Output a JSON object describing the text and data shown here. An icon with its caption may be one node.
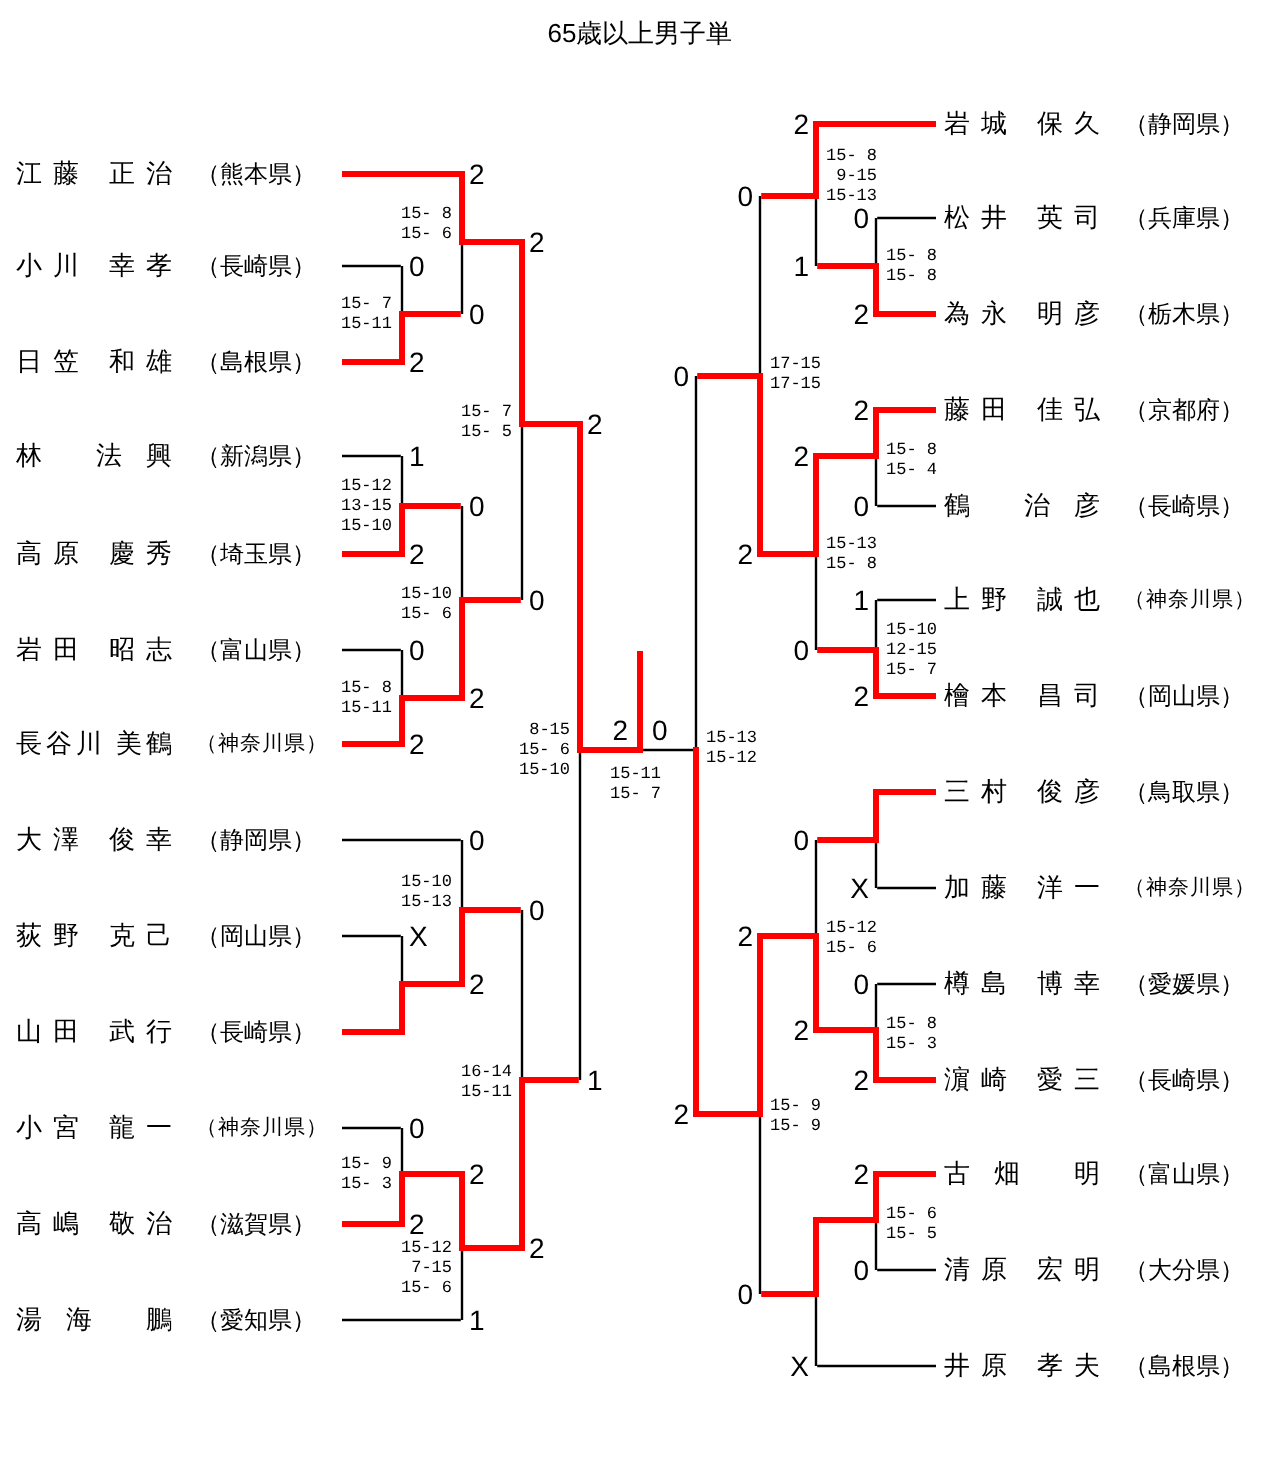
{
  "diagram": {
    "title": "65歳以上男子単",
    "nodes": [
      {
        "text": [
          "江藤 正治",
          "（熊本県）"
        ]
      },
      {
        "text": [
          "小川 幸孝",
          "（長崎県）"
        ]
      },
      {
        "text": [
          "日笠 和雄",
          "（島根県）"
        ]
      },
      {
        "text": [
          "林 法興",
          "（新潟県）"
        ]
      },
      {
        "text": [
          "高原 慶秀",
          "（埼玉県）"
        ]
      },
      {
        "text": [
          "岩田 昭志",
          "（富山県）"
        ]
      },
      {
        "text": [
          "長谷川 美鶴",
          "（神奈川県）"
        ]
      },
      {
        "text": [
          "大澤 俊幸",
          "（静岡県）"
        ]
      },
      {
        "text": [
          "荻野 克己",
          "（岡山県）"
        ]
      },
      {
        "text": [
          "山田 武行",
          "（長崎県）"
        ]
      },
      {
        "text": [
          "小宮 龍一",
          "（神奈川県）"
        ]
      },
      {
        "text": [
          "高嶋 敬治",
          "（滋賀県）"
        ]
      },
      {
        "text": [
          "湯海 鵬",
          "（愛知県）"
        ]
      },
      {
        "text": [],
        "shape": "line",
        "beside": [
          "15- 7",
          "15-11"
        ]
      },
      {
        "text": [],
        "shape": "line",
        "beside": [
          "15-12",
          "13-15",
          "15-10"
        ]
      },
      {
        "text": [],
        "shape": "line",
        "beside": [
          "15- 8",
          "15-11"
        ]
      },
      {
        "text": [],
        "shape": "line"
      },
      {
        "text": [],
        "shape": "line",
        "beside": [
          "15- 9",
          "15- 3"
        ]
      },
      {
        "text": [],
        "shape": "line",
        "beside": [
          "15- 8",
          "15- 6"
        ]
      },
      {
        "text": [],
        "shape": "line",
        "beside": [
          "15-10",
          "15- 6"
        ]
      },
      {
        "text": [],
        "shape": "line",
        "beside": [
          "15-10",
          "15-13"
        ]
      },
      {
        "text": [],
        "shape": "line",
        "beside": [
          "15-12",
          "7-15",
          "15- 6"
        ]
      },
      {
        "text": [],
        "shape": "line",
        "beside": [
          "15- 7",
          "15- 5"
        ]
      },
      {
        "text": [],
        "shape": "line",
        "beside": [
          "16-14",
          "15-11"
        ]
      },
      {
        "text": [],
        "shape": "line",
        "beside": [
          "8-15",
          "15- 6",
          "15-10"
        ]
      },
      {
        "text": [],
        "shape": "line",
        "beside": [
          "15-11",
          "15- 7"
        ]
      },
      {
        "text": [],
        "shape": "line",
        "beside": [
          "15-13",
          "15-12"
        ]
      },
      {
        "text": [],
        "shape": "line",
        "beside": [
          "17-15",
          "17-15"
        ]
      },
      {
        "text": [],
        "shape": "line",
        "beside": [
          "15- 9",
          "15- 9"
        ]
      },
      {
        "text": [],
        "shape": "line",
        "beside": [
          "15- 8",
          "9-15",
          "15-13"
        ]
      },
      {
        "text": [],
        "shape": "line",
        "beside": [
          "15-13",
          "15- 8"
        ]
      },
      {
        "text": [],
        "shape": "line",
        "beside": [
          "15-12",
          "15- 6"
        ]
      },
      {
        "text": [],
        "shape": "line"
      },
      {
        "text": [],
        "shape": "line",
        "beside": [
          "15- 8",
          "15- 8"
        ]
      },
      {
        "text": [],
        "shape": "line",
        "beside": [
          "15- 8",
          "15- 4"
        ]
      },
      {
        "text": [],
        "shape": "line",
        "beside": [
          "15-10",
          "12-15",
          "15- 7"
        ]
      },
      {
        "text": [],
        "shape": "line"
      },
      {
        "text": [],
        "shape": "line",
        "beside": [
          "15- 8",
          "15- 3"
        ]
      },
      {
        "text": [],
        "shape": "line",
        "beside": [
          "15- 6",
          "15- 5"
        ]
      },
      {
        "text": [
          "岩城 保久",
          "（静岡県）"
        ]
      },
      {
        "text": [
          "松井 英司",
          "（兵庫県）"
        ]
      },
      {
        "text": [
          "為永 明彦",
          "（栃木県）"
        ]
      },
      {
        "text": [
          "藤田 佳弘",
          "（京都府）"
        ]
      },
      {
        "text": [
          "鶴 治彦",
          "（長崎県）"
        ]
      },
      {
        "text": [
          "上野 誠也",
          "（神奈川県）"
        ]
      },
      {
        "text": [
          "檜本 昌司",
          "（岡山県）"
        ]
      },
      {
        "text": [
          "三村 俊彦",
          "（鳥取県）"
        ]
      },
      {
        "text": [
          "加藤 洋一",
          "（神奈川県）"
        ]
      },
      {
        "text": [
          "樽島 博幸",
          "（愛媛県）"
        ]
      },
      {
        "text": [
          "濵崎 愛三",
          "（長崎県）"
        ]
      },
      {
        "text": [
          "古畑 明",
          "（富山県）"
        ]
      },
      {
        "text": [
          "清原 宏明",
          "（大分県）"
        ]
      },
      {
        "text": [
          "井原 孝夫",
          "（島根県）"
        ]
      }
    ],
    "edges": [
      {
        "from": 0,
        "to": 18,
        "arrow": "none",
        "label": "2"
      },
      {
        "from": 1,
        "to": 13,
        "arrow": "none",
        "label": "0",
        "color": "#000000"
      },
      {
        "from": 2,
        "to": 13,
        "arrow": "none",
        "label": "2"
      },
      {
        "from": 13,
        "to": 18,
        "arrow": "none",
        "label": "0"
      },
      {
        "from": 18,
        "to": 22,
        "arrow": "none",
        "label": "2"
      },
      {
        "from": 3,
        "to": 14,
        "arrow": "none",
        "label": "1",
        "color": "#000000"
      },
      {
        "from": 4,
        "to": 14,
        "arrow": "none",
        "label": "2"
      },
      {
        "from": 14,
        "to": 19,
        "arrow": "none",
        "label": "0"
      },
      {
        "from": 5,
        "to": 15,
        "arrow": "none",
        "label": "0",
        "color": "#000000"
      },
      {
        "from": 6,
        "to": 15,
        "arrow": "none",
        "label": "2"
      },
      {
        "from": 15,
        "to": 19,
        "arrow": "none",
        "label": "2"
      },
      {
        "from": 19,
        "to": 22,
        "arrow": "none",
        "label": "0"
      },
      {
        "from": 22,
        "to": 24,
        "arrow": "none",
        "label": "2"
      },
      {
        "from": 7,
        "to": 20,
        "arrow": "none",
        "label": "0",
        "color": "#000000"
      },
      {
        "from": 8,
        "to": 16,
        "arrow": "none",
        "label": "X",
        "color": "#000000"
      },
      {
        "from": 9,
        "to": 16,
        "arrow": "none"
      },
      {
        "from": 16,
        "to": 20,
        "arrow": "none",
        "label": "2"
      },
      {
        "from": 20,
        "to": 23,
        "arrow": "none",
        "label": "0"
      },
      {
        "from": 10,
        "to": 17,
        "arrow": "none",
        "label": "0",
        "color": "#000000"
      },
      {
        "from": 11,
        "to": 17,
        "arrow": "none",
        "label": "2"
      },
      {
        "from": 17,
        "to": 21,
        "arrow": "none",
        "label": "2"
      },
      {
        "from": 12,
        "to": 21,
        "arrow": "none",
        "label": "1",
        "color": "#000000"
      },
      {
        "from": 21,
        "to": 23,
        "arrow": "none",
        "label": "2"
      },
      {
        "from": 23,
        "to": 24,
        "arrow": "none",
        "label": "1"
      },
      {
        "from": 24,
        "to": 25,
        "arrow": "none",
        "label": "2"
      },
      {
        "from": 26,
        "to": 25,
        "arrow": "none",
        "label": "0",
        "color": "#000000"
      },
      {
        "from": 27,
        "to": 26,
        "arrow": "none",
        "label": "0"
      },
      {
        "from": 28,
        "to": 26,
        "arrow": "none",
        "label": "2"
      },
      {
        "from": 29,
        "to": 27,
        "arrow": "none",
        "label": "0"
      },
      {
        "from": 30,
        "to": 27,
        "arrow": "none",
        "label": "2"
      },
      {
        "from": 39,
        "to": 29,
        "arrow": "none",
        "label": "2"
      },
      {
        "from": 33,
        "to": 29,
        "arrow": "none",
        "label": "1"
      },
      {
        "from": 40,
        "to": 33,
        "arrow": "none",
        "label": "0",
        "color": "#000000"
      },
      {
        "from": 41,
        "to": 33,
        "arrow": "none",
        "label": "2"
      },
      {
        "from": 34,
        "to": 30,
        "arrow": "none",
        "label": "2"
      },
      {
        "from": 42,
        "to": 34,
        "arrow": "none",
        "label": "2"
      },
      {
        "from": 43,
        "to": 34,
        "arrow": "none",
        "label": "0",
        "color": "#000000"
      },
      {
        "from": 35,
        "to": 30,
        "arrow": "none",
        "label": "0"
      },
      {
        "from": 44,
        "to": 35,
        "arrow": "none",
        "label": "1",
        "color": "#000000"
      },
      {
        "from": 45,
        "to": 35,
        "arrow": "none",
        "label": "2"
      },
      {
        "from": 31,
        "to": 28,
        "arrow": "none",
        "label": "2"
      },
      {
        "from": 32,
        "to": 28,
        "arrow": "none",
        "label": "0"
      },
      {
        "from": 36,
        "to": 31,
        "arrow": "none",
        "label": "0"
      },
      {
        "from": 46,
        "to": 36,
        "arrow": "none"
      },
      {
        "from": 47,
        "to": 36,
        "arrow": "none",
        "label": "X",
        "color": "#000000"
      },
      {
        "from": 37,
        "to": 31,
        "arrow": "none",
        "label": "2"
      },
      {
        "from": 48,
        "to": 37,
        "arrow": "none",
        "label": "0",
        "color": "#000000"
      },
      {
        "from": 49,
        "to": 37,
        "arrow": "none",
        "label": "2"
      },
      {
        "from": 38,
        "to": 32,
        "arrow": "none"
      },
      {
        "from": 50,
        "to": 38,
        "arrow": "none",
        "label": "2"
      },
      {
        "from": 51,
        "to": 38,
        "arrow": "none",
        "label": "0",
        "color": "#000000"
      },
      {
        "from": 52,
        "to": 32,
        "arrow": "none",
        "label": "X",
        "color": "#000000"
      }
    ]
  }
}
